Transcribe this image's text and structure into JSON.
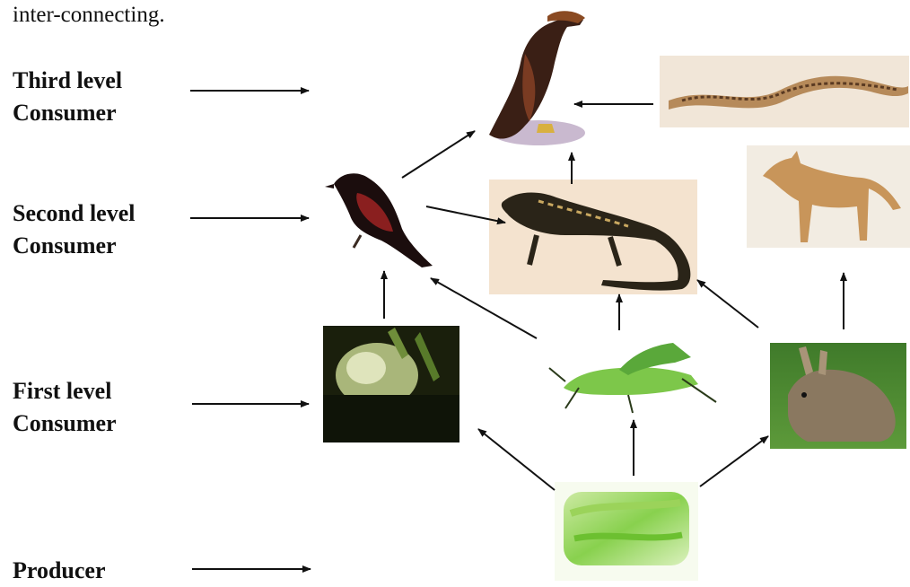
{
  "intro_text": "inter-connecting.",
  "levels": [
    {
      "line1": "Third level",
      "line2": "Consumer"
    },
    {
      "line1": "Second level",
      "line2": "Consumer"
    },
    {
      "line1": "First level",
      "line2": "Consumer"
    },
    {
      "line1": "Producer",
      "line2": ""
    }
  ],
  "organisms": {
    "eagle": "eagle",
    "snake": "snake",
    "bird": "bird",
    "lizard": "lizard",
    "jackal": "jackal",
    "frog": "frog",
    "grasshopper": "grasshopper",
    "rabbit": "rabbit",
    "grass": "grass"
  }
}
